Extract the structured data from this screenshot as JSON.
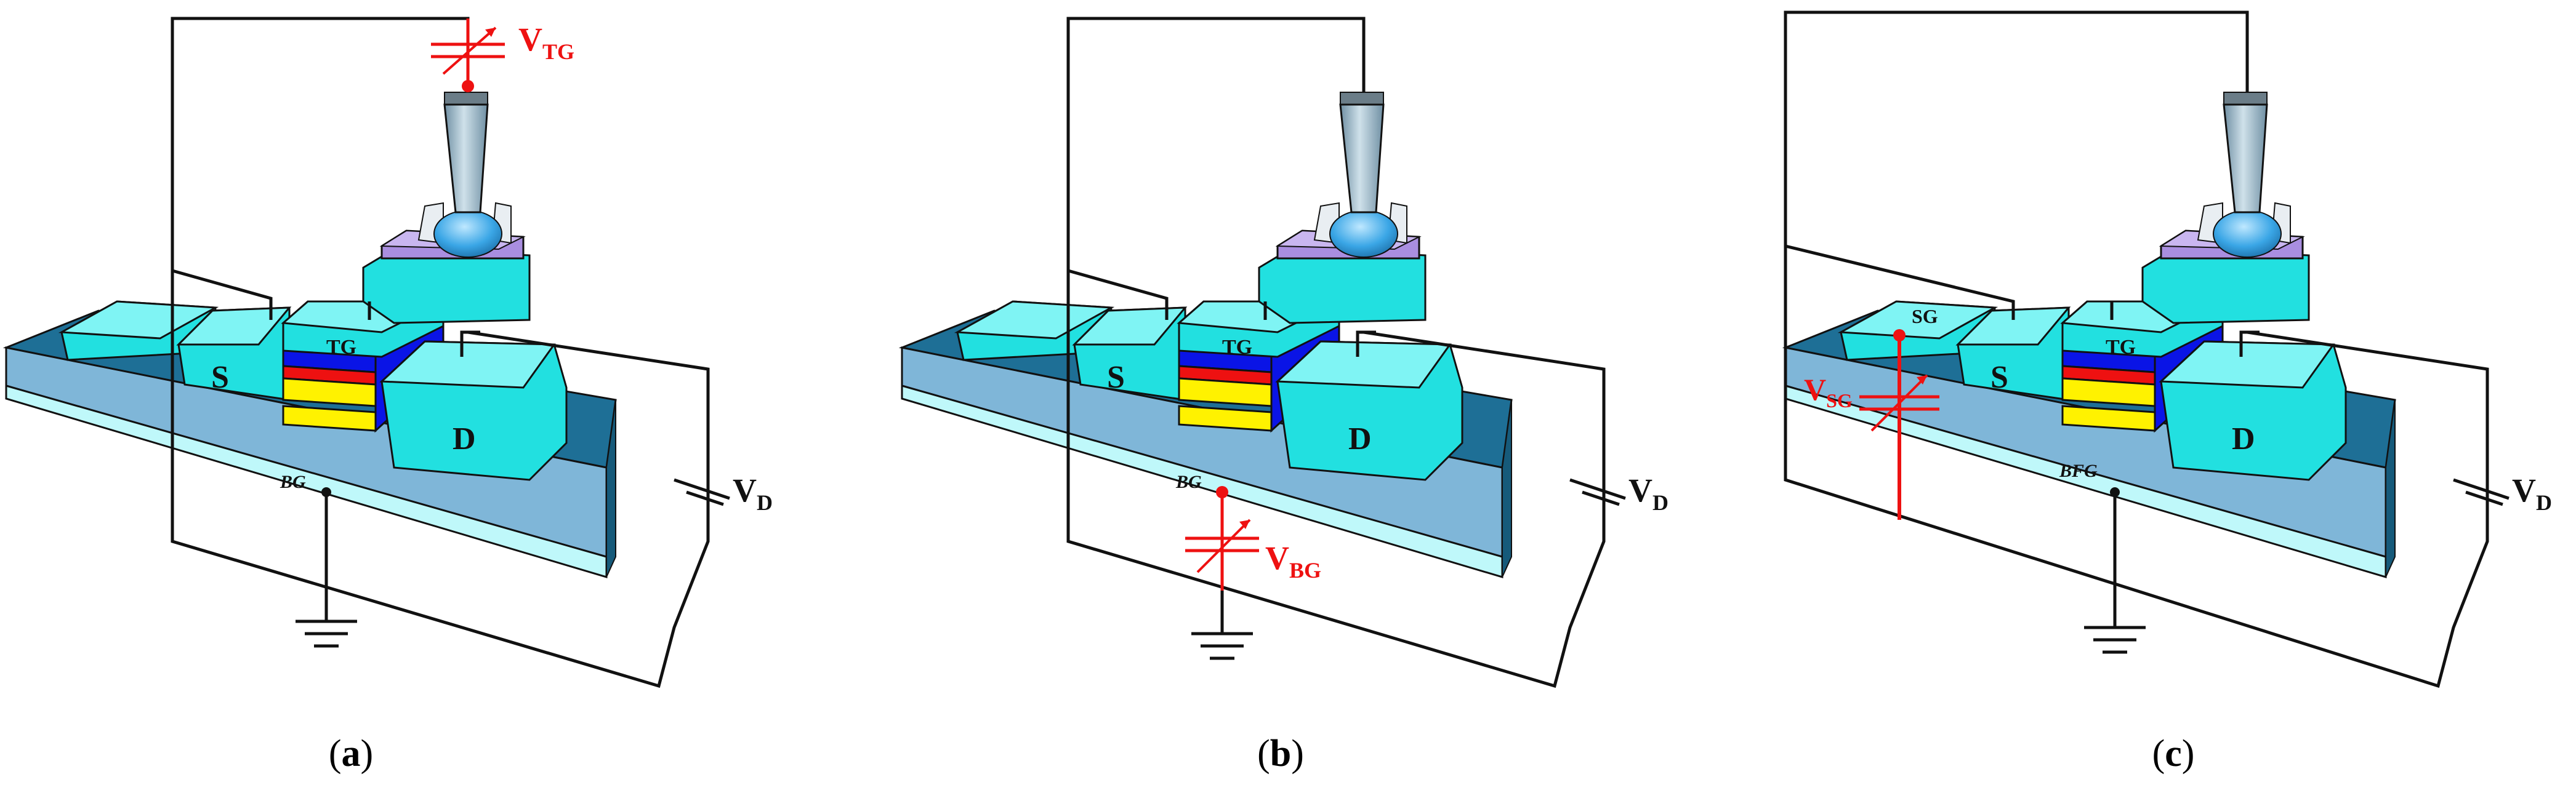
{
  "panels": [
    {
      "id": "a",
      "caption": {
        "open": "(",
        "letter": "a",
        "close": ")"
      },
      "labels": {
        "source": "S",
        "drain": "D",
        "top_gate": "TG",
        "back_gate": "BG",
        "vd_main": "V",
        "vd_sub": "D",
        "control_main": "V",
        "control_sub": "TG"
      },
      "control": "top"
    },
    {
      "id": "b",
      "caption": {
        "open": "(",
        "letter": "b",
        "close": ")"
      },
      "labels": {
        "source": "S",
        "drain": "D",
        "top_gate": "TG",
        "back_gate": "BG",
        "vd_main": "V",
        "vd_sub": "D",
        "control_main": "V",
        "control_sub": "BG"
      },
      "control": "back"
    },
    {
      "id": "c",
      "caption": {
        "open": "(",
        "letter": "c",
        "close": ")"
      },
      "labels": {
        "source": "S",
        "drain": "D",
        "top_gate": "TG",
        "back_gate": "BFG",
        "side_gate": "SG",
        "vd_main": "V",
        "vd_sub": "D",
        "control_main": "V",
        "control_sub": "SG"
      },
      "control": "side"
    }
  ],
  "colors": {
    "wire": "#111111",
    "control": "#ee1111",
    "pad_cyan": "#22e0e0",
    "substrate_top": "#1e6f96",
    "substrate_layer": "#7fb6d8",
    "substrate_edge": "#a9f1f4",
    "channel_blue": "#0a14e6",
    "channel_red": "#ee1111",
    "channel_yellow": "#fff200",
    "electrolyte_purple": "#a98ee0",
    "probe_steel": "#8fb3c8",
    "droplet_blue": "#3aa6e6"
  }
}
